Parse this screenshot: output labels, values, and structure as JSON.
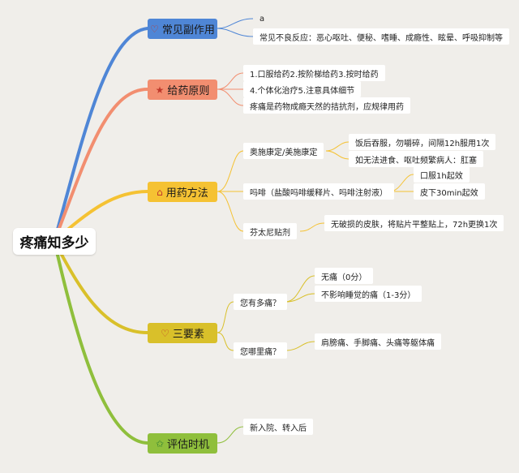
{
  "root": {
    "label": "疼痛知多少"
  },
  "branches": {
    "side_effects": {
      "label": "常见副作用",
      "icon": "heart-icon",
      "color": "#4f86d6",
      "icon_color": "#c0392b",
      "items": [
        "a",
        "常见不良反应：恶心呕吐、便秘、嗜睡、成瘾性、眩晕、呼吸抑制等"
      ]
    },
    "principles": {
      "label": "给药原则",
      "icon": "star-icon",
      "color": "#f28e70",
      "icon_color": "#c0392b",
      "items": [
        "1.口服给药2.按阶梯给药3.按时给药",
        "4.个体化治疗5.注意具体细节",
        "疼痛是药物成瘾天然的拮抗剂，应规律用药"
      ]
    },
    "methods": {
      "label": "用药方法",
      "icon": "home-icon",
      "color": "#f5c233",
      "icon_color": "#c0392b",
      "sub": [
        {
          "label": "奥施康定/美施康定",
          "children": [
            "饭后吞服，勿嚼碎，间隔12h服用1次",
            "如无法进食、呕吐频繁病人：肛塞"
          ]
        },
        {
          "label": "吗啡（盐酸吗啡缓释片、吗啡注射液）",
          "children": [
            "口服1h起效",
            "皮下30min起效"
          ]
        },
        {
          "label": "芬太尼贴剂",
          "children": [
            "无破损的皮肤，将贴片平整贴上，72h更换1次"
          ]
        }
      ]
    },
    "three_elements": {
      "label": "三要素",
      "icon": "heart-icon",
      "color": "#d9c02a",
      "icon_color": "#c0392b",
      "sub": [
        {
          "label": "您有多痛？",
          "children": [
            "无痛（0分）",
            "不影响睡觉的痛（1-3分）"
          ]
        },
        {
          "label": "您哪里痛？",
          "children": [
            "肩膀痛、手脚痛、头痛等躯体痛"
          ]
        }
      ]
    },
    "timing": {
      "label": "评估时机",
      "icon": "star-icon",
      "color": "#8fbf3c",
      "icon_color": "#2e7d32",
      "items": [
        "新入院、转入后"
      ]
    }
  }
}
